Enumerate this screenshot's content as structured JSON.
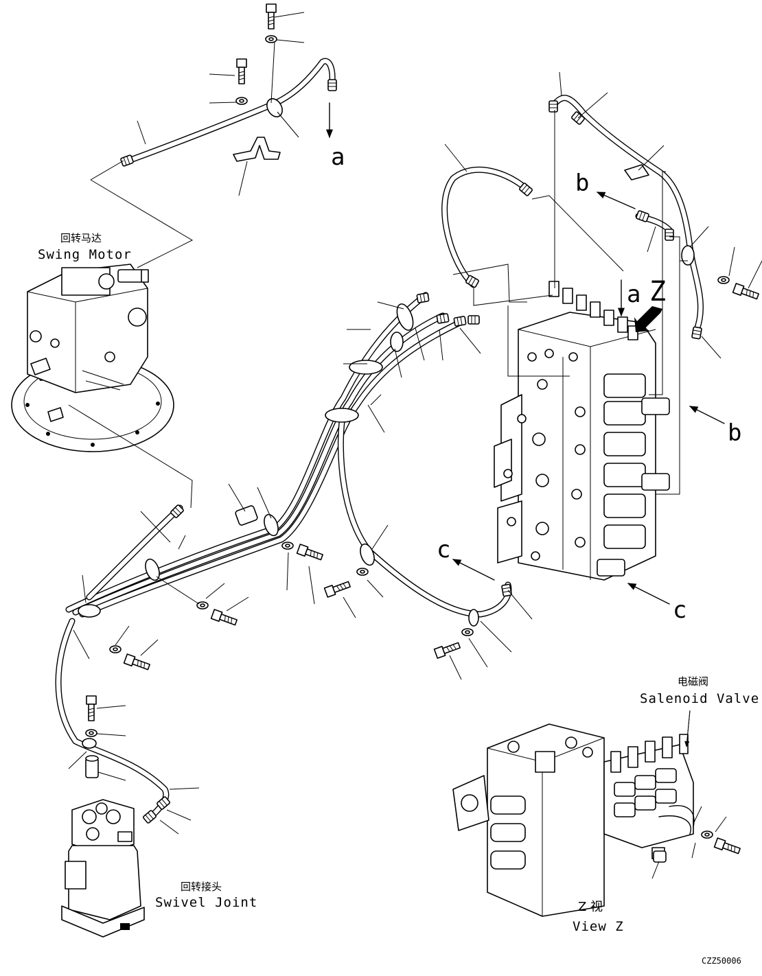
{
  "labels": {
    "swing_motor_zh": "回转马达",
    "swing_motor_en": "Swing Motor",
    "solenoid_valve_zh": "电磁阀",
    "solenoid_valve_en": "Salenoid Valve",
    "swivel_joint_zh": "回转接头",
    "swivel_joint_en": "Swivel Joint",
    "view_z_zh": "Z  视",
    "view_z_en": "View Z",
    "drawing_code": "CZZ50006"
  },
  "callout_letters": {
    "a_top": "a",
    "a_valve": "a",
    "z_valve": "Z",
    "b_top": "b",
    "b_right": "b",
    "c_left": "c",
    "c_right": "c"
  }
}
